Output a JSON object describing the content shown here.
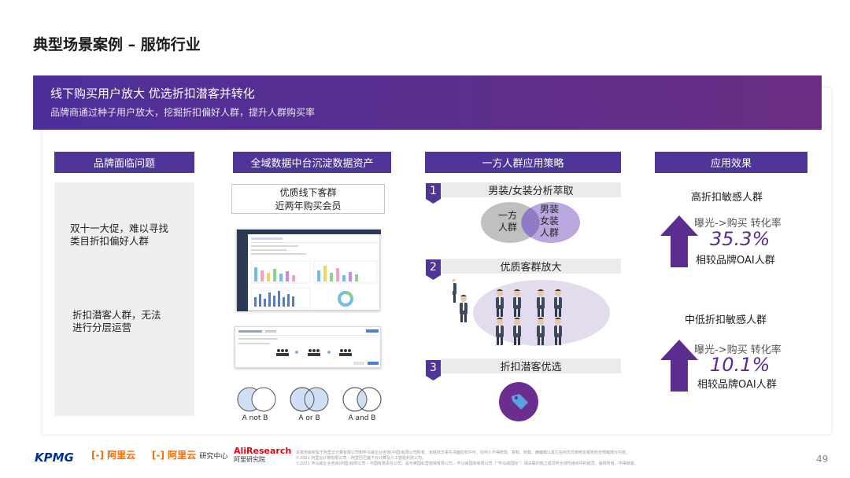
{
  "slide": {
    "title": "典型场景案例 – 服饰行业",
    "banner": {
      "heading": "线下购买用户放大 优选折扣潜客并转化",
      "subheading": "品牌商通过种子用户放大，挖掘折扣偏好人群，提升人群购买率"
    },
    "columns": {
      "problems": "品牌面临问题",
      "assets": "全域数据中台沉淀数据资产",
      "strategy": "一方人群应用策略",
      "effects": "应用效果"
    },
    "problems": [
      {
        "line1": "双十一大促，难以寻找",
        "line2": "类目折扣偏好人群"
      },
      {
        "line1": "折扣潜客人群，无法",
        "line2": "进行分层运营"
      }
    ],
    "assets": {
      "box_line1": "优质线下客群",
      "box_line2": "近两年购买会员",
      "venn_labels": [
        "A not B",
        "A or B",
        "A and B"
      ]
    },
    "strategy": {
      "steps": [
        {
          "num": "1",
          "label": "男装/女装分析萃取"
        },
        {
          "num": "2",
          "label": "优质客群放大"
        },
        {
          "num": "3",
          "label": "折扣潜客优选"
        }
      ],
      "venn_left_line1": "一方",
      "venn_left_line2": "人群",
      "venn_right_line1": "男装",
      "venn_right_line2": "女装",
      "venn_right_line3": "人群"
    },
    "effects": [
      {
        "title": "高折扣敏感人群",
        "label": "曝光->购买 转化率",
        "value": "35.3%",
        "note": "相较品牌OAI人群"
      },
      {
        "title": "中低折扣敏感人群",
        "label": "曝光->购买 转化率",
        "value": "10.1%",
        "note": "相较品牌OAI人群"
      }
    ]
  },
  "footer": {
    "logos": [
      "KPMG",
      "阿里云",
      "阿里云",
      "AliResearch"
    ],
    "logo_subtitles": [
      "研究中心",
      "阿里研究院"
    ],
    "copyright_line1": "本报告版权属于阿里云计算有限公司和毕马威企业咨询(中国)有限公司所有。未经双方事先书面授权许可，任何人不得修改、复制、转载、摘编或以其它任何方式使用本报告的全部或部分内容。",
    "copyright_line2": "©2021 阿里云计算有限公司 – 阿里巴巴旗下云计算及人工智能科技公司。",
    "copyright_line3": "©2021 毕马威企业咨询(中国)有限公司 – 中国有限责任公司，是与英国私营担保有限公司 – 毕马威国际有限公司（“毕马威国际”）相关联的独立成员所全球性组织中的成员。版权所有，不得转载。",
    "page_number": "49"
  },
  "colors": {
    "brand_purple": "#4f3597",
    "accent_violet": "#5b2d8e",
    "kpmg_blue": "#00338d",
    "aliyun_orange": "#ff6a00",
    "aliresearch_red": "#e60012"
  }
}
